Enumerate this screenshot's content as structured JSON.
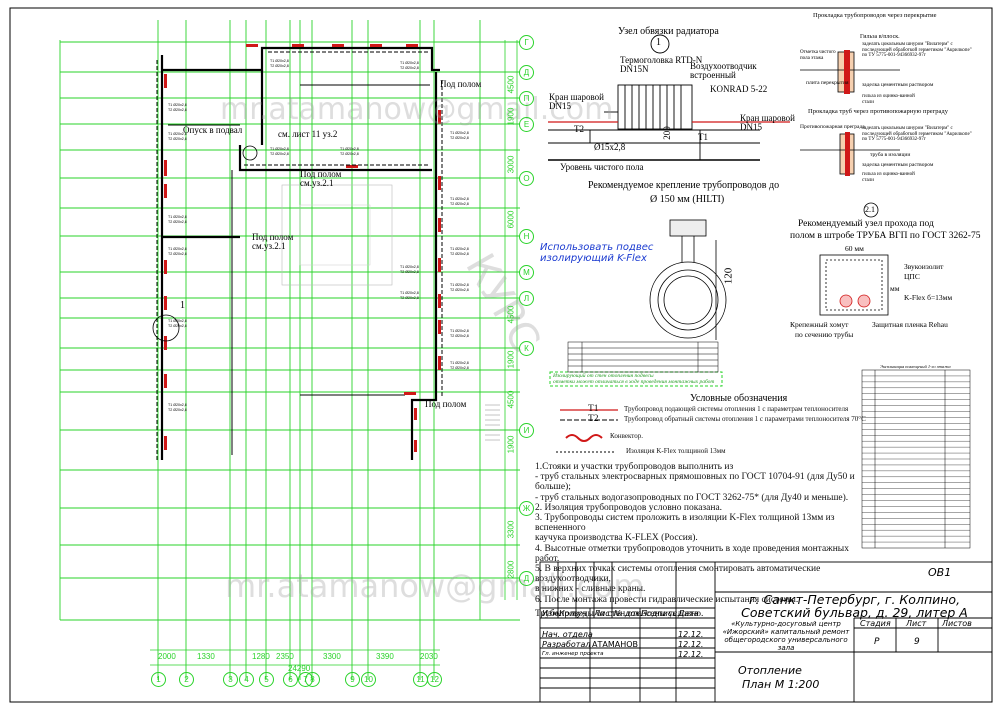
{
  "drawing": {
    "plan_labels": {
      "otpusk": "Опуск в подвал",
      "see_sheet": "см. лист 11 уз.2",
      "pod_polom_1": "Под полом",
      "pod_polom_2": "Под полом",
      "pod_polom_2_ref": "см.уз.2.1",
      "pod_polom_3": "Под полом",
      "pod_polom_3_ref": "см.уз.2.1",
      "pod_polom_4": "Под полом",
      "ref_marker": "1"
    },
    "dimensions_bottom": [
      "2000",
      "1330",
      "1280",
      "2350",
      "3300",
      "3390",
      "2030"
    ],
    "dimension_total": "24290",
    "dimensions_right": [
      "4500",
      "1900",
      "3000",
      "6000",
      "4500",
      "1900",
      "4500",
      "1900",
      "3300",
      "2800"
    ],
    "axes_bottom": [
      "1",
      "2",
      "3",
      "4",
      "5",
      "6",
      "7",
      "8",
      "9",
      "10",
      "11",
      "12"
    ],
    "axes_right": [
      "Г",
      "Д",
      "П",
      "Е",
      "О",
      "Н",
      "М",
      "Л",
      "К",
      "И",
      "Ж",
      "Д"
    ]
  },
  "node1": {
    "number": "1",
    "title": "Узел обвязки радиатора",
    "valve_head": "Термоголовка RTD-N",
    "valve_head_dn": "DN15N",
    "air_vent": "Воздухоотводчик",
    "air_vent_2": "встроенный",
    "radiator": "KONRAD 5-22",
    "ball_valve_left": "Кран шаровой",
    "ball_valve_left_dn": "DN15",
    "ball_valve_right": "Кран шаровой",
    "ball_valve_right_dn": "DN15",
    "t1": "T1",
    "t2": "T2",
    "pipe": "Ø15х2,8",
    "height": "200",
    "floor_level": "Уровень чистого пола"
  },
  "mount": {
    "title_line1": "Рекомендуемое крепление трубопроводов  до",
    "title_line2": "Ø 150 мм (HILTI)",
    "note_blue": "Использовать подвес изолирующий K-Flex",
    "height_label": "120",
    "note_green_1": "Изолирующий от стен отопления подвесы",
    "note_green_2": "отметки может отличаться в ходе проведения монтажных работ"
  },
  "floor_pass": {
    "title": "Прокладка трубопроводов через перекрытие",
    "sleeve": "Гильза в/плоск.",
    "concrete_mark": "Отметка чистого пола этажа",
    "seal": "заделать цокольным шнуром \"Вилатерм\" с последующей обработкой герметиком \"Акрилкопе\" по ТУ 5775-001-94366932-97г",
    "slab": "плита перекрытия",
    "cement": "заделка цементным раствором",
    "sleeve2": "гильза из оцинко-ванной стали",
    "title2": "Прокладка труб через противопожарную преграду",
    "fire_wall": "Противопожарная преграда",
    "seal2": "заделать цокольным шнуром \"Вилатерм\" с последующей обработкой герметиком \"Акрилкопе\" по ТУ 5775-001-94366932-97г",
    "pipe_b": "труба в изоляции",
    "cement2": "заделка цементным раствором",
    "sleeve3": "гильза из оцинко-ванной стали"
  },
  "node21": {
    "number": "2.1",
    "title_line1": "Рекомендуемый узел прохода под",
    "title_line2": "полом  в штробе ТРУБА ВГП по ГОСТ 3262-75",
    "dim60": "60 мм",
    "penoplast": "Звукоизолит",
    "tsps": "ЦПС",
    "kflex": "K-Flex б=13мм",
    "bracket": "Крепежный хомут",
    "bracket2": "по сечению трубы",
    "film": "Защитная пленка Rehau",
    "dim_mm": "мм"
  },
  "legend": {
    "title": "Условные обозначения",
    "t1_code": "T1",
    "t1_text": "Трубопровод подающей системы отопления 1 с параметрам теплоносителя",
    "t2_code": "T2",
    "t2_text": "Трубопровод обратный системы отопления 1 с параметрами теплоносителя 70°С",
    "connector": "Конвектор.",
    "insulation": "Изоляция K-Flex толщиной 13мм"
  },
  "notes": [
    "1.Стояки и участки трубопроводов выполнить из",
    "- труб стальных электросварных прямошовных по ГОСТ 10704-91 (для Ду50 и больше);",
    "- труб стальных водогазопроводных по ГОСТ 3262-75* (для Ду40 и меньше).",
    "   2. Изоляция трубопроводов условно показана.",
    "   3. Трубопроводы систем  проложить в изоляции K-Flex толщиной 13мм из вспененного",
    "        каучука производства K-FLEX (Россия).",
    "   4. Высотные отметки трубопроводов уточнить в ходе проведения монтажных работ.",
    "   5. В верхних точках системы отопления смонтировать автоматические воздухоотводчики,",
    "        в нижних - сливные краны.",
    "   6. После монтажа провести гидравлические испытания системы.",
    "Трубопроводы от стен отнесены условно."
  ],
  "spec_table": {
    "caption": "Экспликация помещений 1-го этажа",
    "rows": 30
  },
  "title_block": {
    "sheet_code": "ОВ1",
    "address": "г. Санкт-Петербург, г. Колпино, Советский бульвар, д. 29, литер А",
    "hdr_izm": "Изм.",
    "hdr_kol": "Кол.уч",
    "hdr_list": "Лист",
    "hdr_doc": "№ док.",
    "hdr_sign": "Подпись",
    "hdr_date": "Дата",
    "role1": "Нач. отдела",
    "date1": "12.12.",
    "role2": "Разработал",
    "name2": "АТАМАНОВ",
    "date2": "12.12.",
    "role3": "Гл. инженер проекта",
    "date3": "12.12.",
    "project": "«Культурно-досуговый центр «Ижорский» капитальный ремонт общегородского универсального зала",
    "stage_hdr": "Стадия",
    "sheet_hdr": "Лист",
    "sheets_hdr": "Листов",
    "stage": "Р",
    "sheet": "9",
    "sheets": "",
    "drawing_title": "Отопление",
    "drawing_scale": "План М 1:200"
  },
  "watermarks": [
    "mr.atamanow@gmail.com",
    "mr.atamanow@gmail.com",
    "КУРС"
  ],
  "colors": {
    "grid": "#2ad32a",
    "pipe": "#000000",
    "supply": "#d01818",
    "note_blue": "#1a3ad0"
  }
}
